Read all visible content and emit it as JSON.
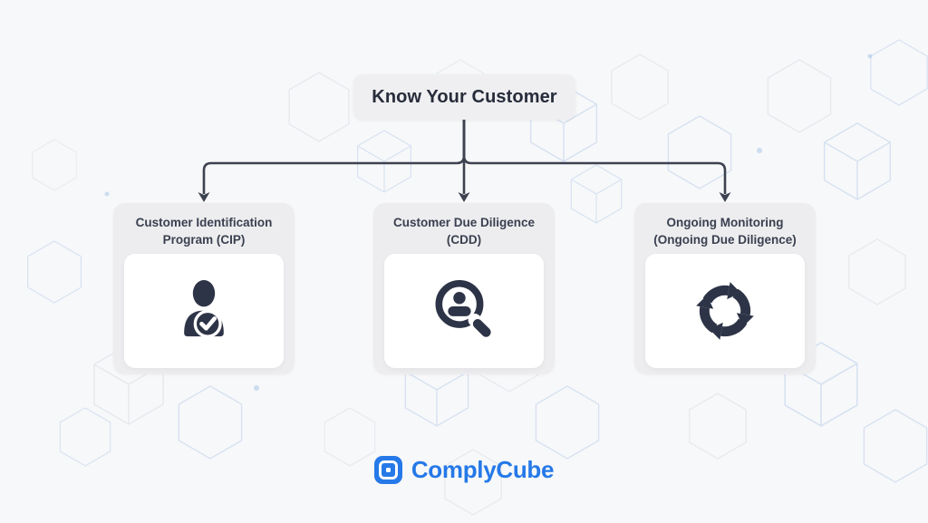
{
  "diagram": {
    "title": "Know Your Customer",
    "branches": [
      {
        "id": "cip",
        "line1": "Customer Identification",
        "line2": "Program (CIP)",
        "icon": "user-check-icon"
      },
      {
        "id": "cdd",
        "line1": "Customer Due Diligence",
        "line2": "(CDD)",
        "icon": "magnifier-user-icon"
      },
      {
        "id": "ongoing",
        "line1": "Ongoing Monitoring",
        "line2": "(Ongoing Due Diligence)",
        "icon": "cycle-arrows-icon"
      }
    ]
  },
  "footer": {
    "brand": "ComplyCube"
  },
  "colors": {
    "background": "#f7f8f9",
    "node_bg": "#ededef",
    "inner_panel_bg": "#ffffff",
    "title_text": "#272c3b",
    "label_text": "#3a4050",
    "connector": "#3d4250",
    "icon_navy": "#2e3447",
    "brand_blue": "#2579e8",
    "hexagon_blue": "#d7e2f2",
    "hexagon_gray": "#e6e9ee"
  }
}
